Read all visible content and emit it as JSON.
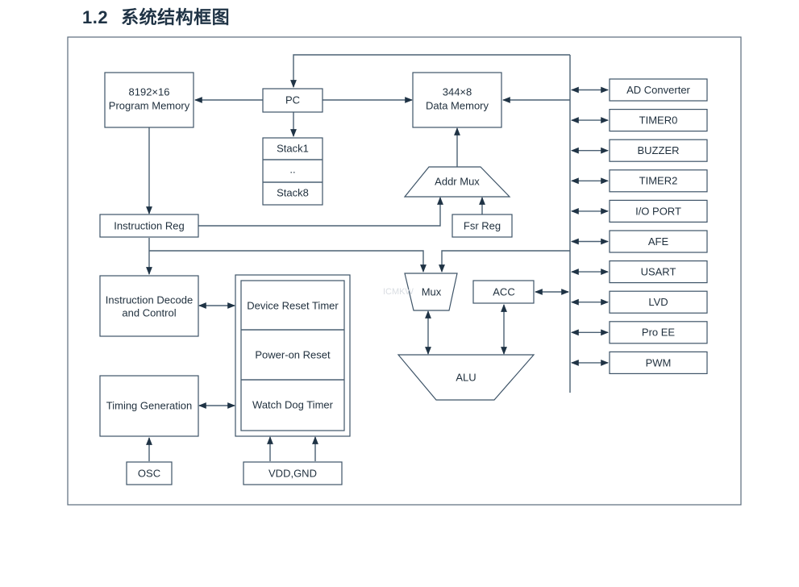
{
  "title": {
    "number": "1.2",
    "text": "系统结构框图"
  },
  "blocks": {
    "program_memory": {
      "line1": "8192×16",
      "line2": "Program Memory"
    },
    "pc": "PC",
    "stack1": "Stack1",
    "stack_ellipsis": "..",
    "stack8": "Stack8",
    "data_memory": {
      "line1": "344×8",
      "line2": "Data Memory"
    },
    "addr_mux": "Addr Mux",
    "fsr_reg": "Fsr Reg",
    "instruction_reg": "Instruction Reg",
    "instruction_decode": {
      "line1": "Instruction Decode",
      "line2": "and Control"
    },
    "device_reset_timer": "Device Reset Timer",
    "power_on_reset": "Power-on Reset",
    "watch_dog_timer": "Watch Dog Timer",
    "timing_generation": "Timing Generation",
    "osc": "OSC",
    "vdd_gnd": "VDD,GND",
    "mux": "Mux",
    "acc": "ACC",
    "alu": "ALU"
  },
  "peripherals": [
    "AD Converter",
    "TIMER0",
    "BUZZER",
    "TIMER2",
    "I/O PORT",
    "AFE",
    "USART",
    "LVD",
    "Pro EE",
    "PWM"
  ],
  "watermark": "ICMKW"
}
